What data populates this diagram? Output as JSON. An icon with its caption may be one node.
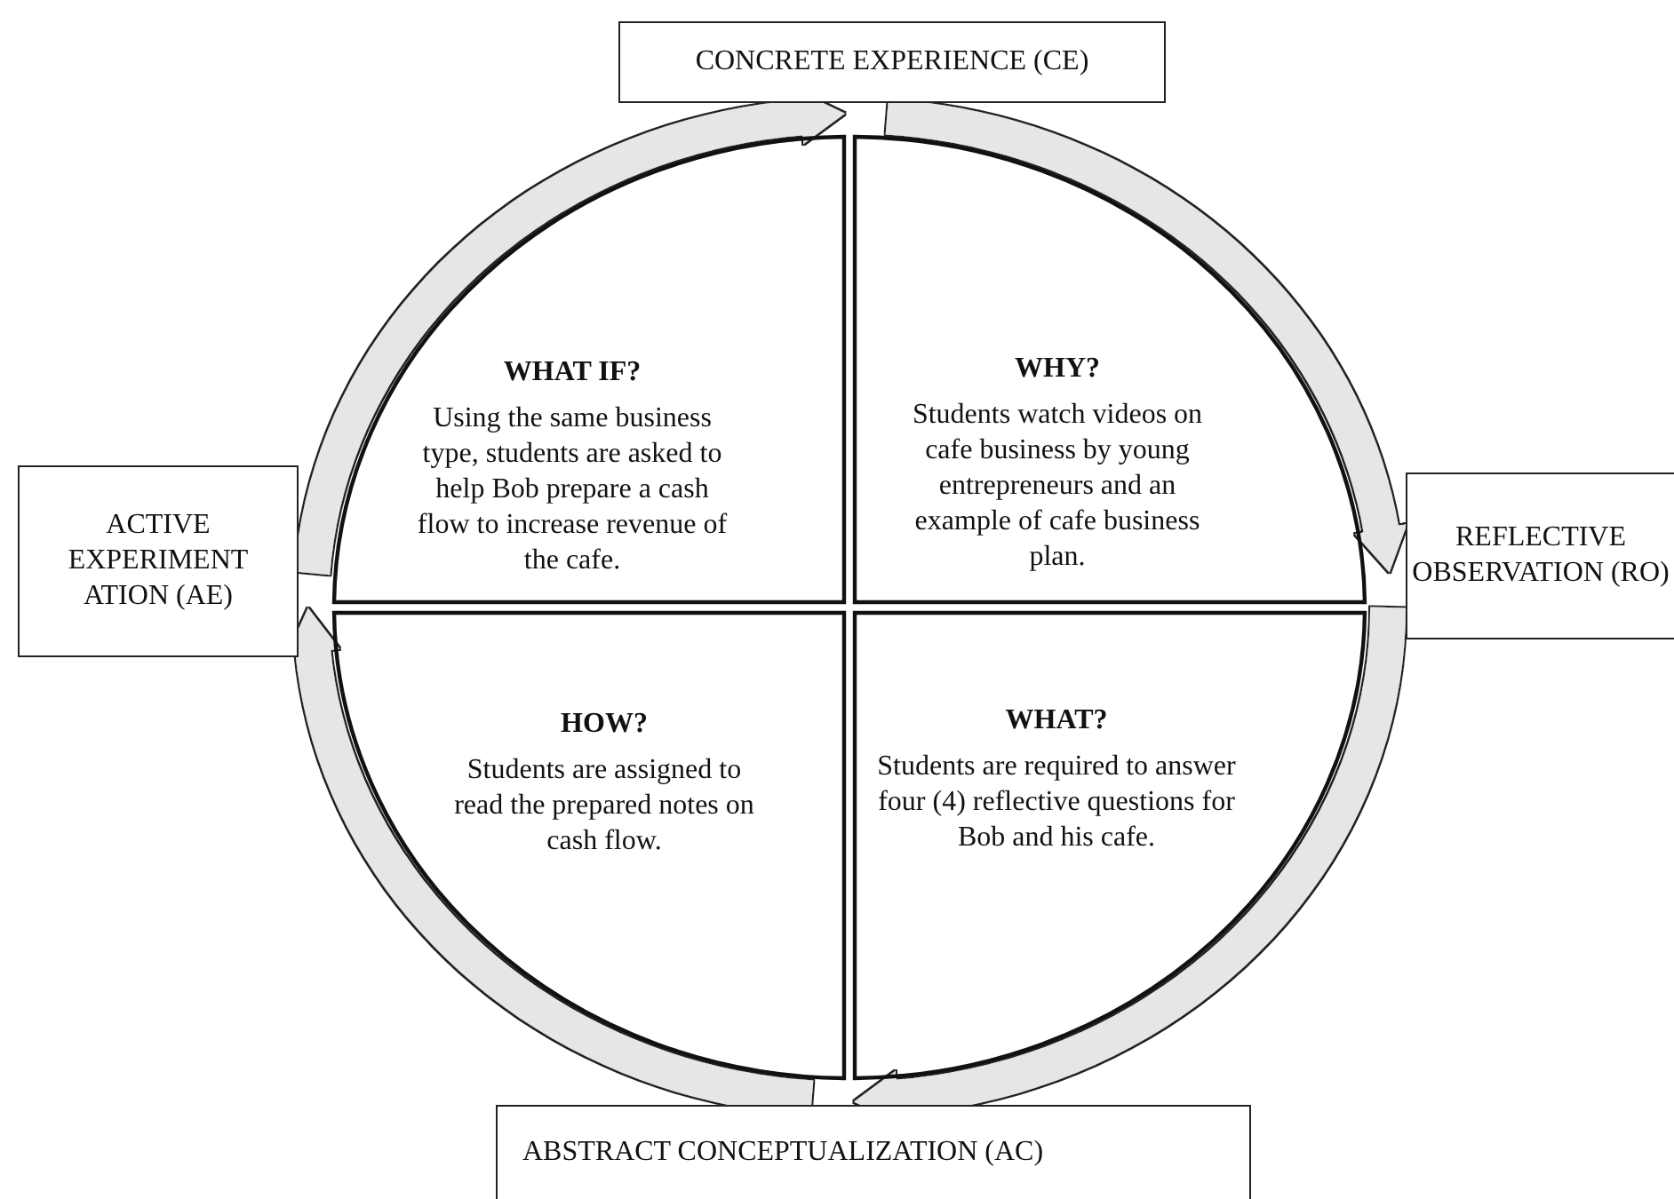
{
  "diagram": {
    "nodes": [
      {
        "text": [
          "CONCRETE EXPERIENCE (CE)"
        ]
      },
      {
        "text": [
          "ACTIVE EXPERIMENT ATION (AE)"
        ]
      },
      {
        "text": [
          "REFLECTIVE OBSERVATION (RO)"
        ]
      },
      {
        "text": [
          "WHAT IF?",
          "Using the same business type, students are asked to help Bob prepare a cash flow to increase revenue of the cafe."
        ]
      },
      {
        "text": [
          "WHY?",
          "Students watch videos on cafe business by young entrepreneurs and an example of cafe business plan."
        ]
      },
      {
        "text": [
          "HOW?",
          "Students are assigned to read the prepared notes on cash flow."
        ]
      },
      {
        "text": [
          "WHAT?",
          "Students are required to answer four (4) reflective questions for Bob and his cafe."
        ]
      },
      {
        "text": [
          "ABSTRACT CONCEPTUALIZATION (AC)"
        ]
      }
    ],
    "edges": [
      {
        "from": 0,
        "to": 2,
        "arrow": "to"
      },
      {
        "from": 2,
        "to": 7,
        "arrow": "to"
      },
      {
        "from": 7,
        "to": 1,
        "arrow": "to"
      },
      {
        "from": 1,
        "to": 0,
        "arrow": "to"
      }
    ]
  }
}
